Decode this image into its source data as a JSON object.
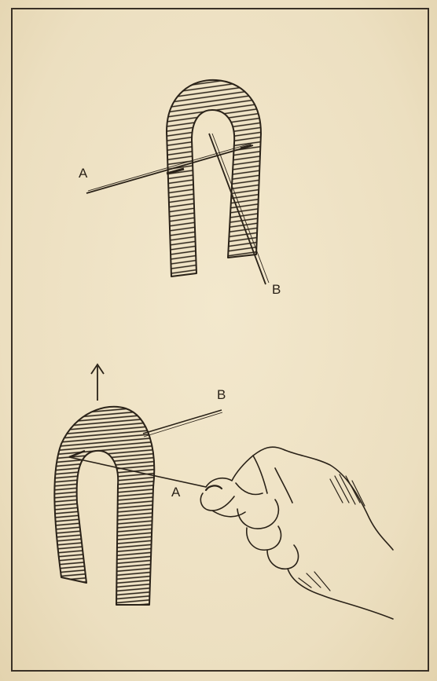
{
  "figure": {
    "top": {
      "needle_a_label": "A",
      "needle_b_label": "B"
    },
    "bottom": {
      "needle_a_label": "A",
      "needle_b_label": "B",
      "arrow_direction": "up"
    }
  },
  "colors": {
    "paper": "#efe3c6",
    "ink": "#2a2218",
    "frame": "#3a3126"
  }
}
